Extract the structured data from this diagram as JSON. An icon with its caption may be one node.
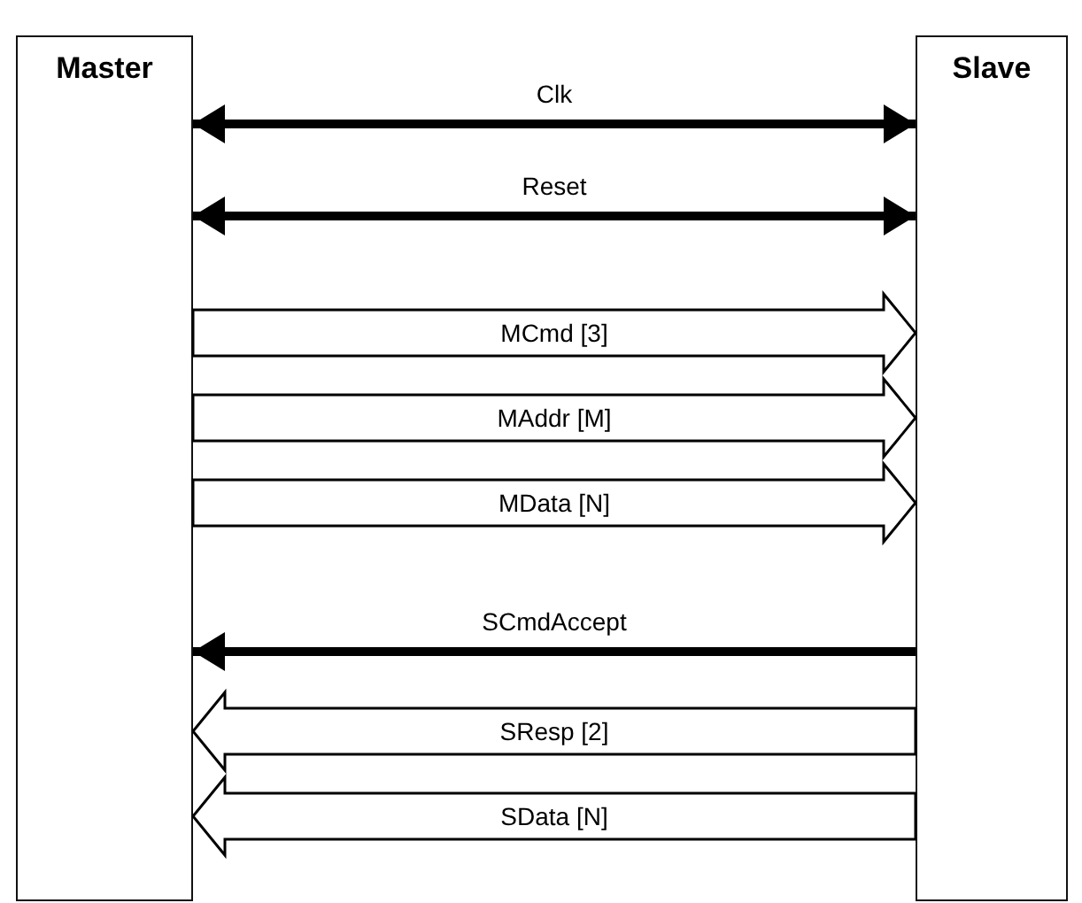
{
  "diagram": {
    "nodes": [
      {
        "text": [
          "Master"
        ]
      },
      {
        "text": [
          "Slave"
        ]
      }
    ],
    "edges": [
      {
        "from": 0,
        "to": 1,
        "arrow": "both",
        "label": "Clk"
      },
      {
        "from": 0,
        "to": 1,
        "arrow": "both",
        "label": "Reset"
      },
      {
        "from": 0,
        "to": 1,
        "arrow": "to",
        "label": "MCmd [3]",
        "style": "thick"
      },
      {
        "from": 0,
        "to": 1,
        "arrow": "to",
        "label": "MAddr [M]",
        "style": "thick"
      },
      {
        "from": 0,
        "to": 1,
        "arrow": "to",
        "label": "MData [N]",
        "style": "thick"
      },
      {
        "from": 1,
        "to": 0,
        "arrow": "to",
        "label": "SCmdAccept"
      },
      {
        "from": 1,
        "to": 0,
        "arrow": "to",
        "label": "SResp [2]",
        "style": "thick"
      },
      {
        "from": 1,
        "to": 0,
        "arrow": "to",
        "label": "SData [N]",
        "style": "thick"
      }
    ]
  }
}
